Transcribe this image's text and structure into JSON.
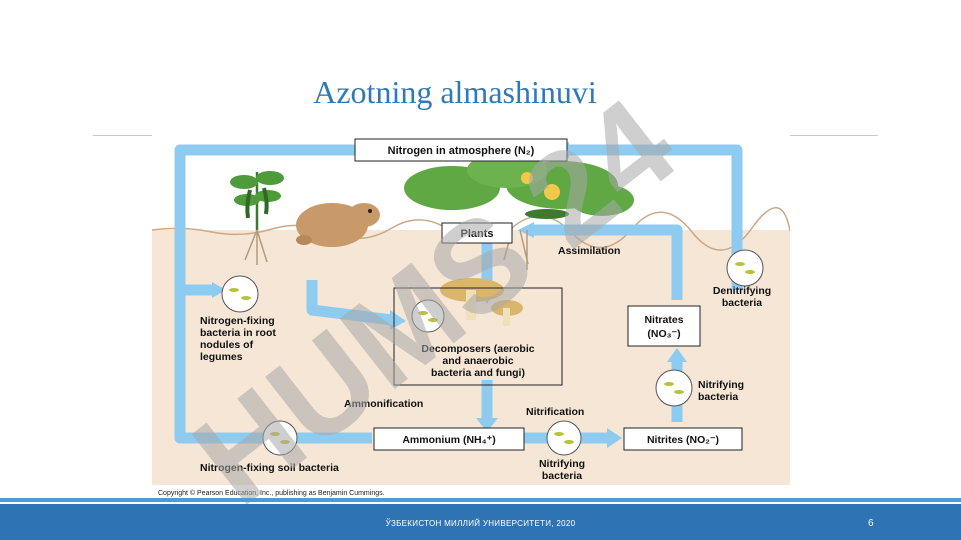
{
  "slide": {
    "title": "Azotning almashinuvi",
    "footer": "ЎЗБЕКИСТОН МИЛЛИЙ УНИВЕРСИТЕТИ,   2020",
    "page_number": "6"
  },
  "diagram": {
    "atmosphere": "Nitrogen in atmosphere (N₂)",
    "plants": "Plants",
    "assimilation": "Assimilation",
    "denitrifying": [
      "Denitrifying",
      "bacteria"
    ],
    "nitrates": [
      "Nitrates",
      "(NO₃⁻)"
    ],
    "nitrifying_right": [
      "Nitrifying",
      "bacteria"
    ],
    "nitrites": "Nitrites (NO₂⁻)",
    "nitrification": "Nitrification",
    "nitrifying_bottom": [
      "Nitrifying",
      "bacteria"
    ],
    "ammonium": "Ammonium (NH₄⁺)",
    "ammonification": "Ammonification",
    "decomposers": [
      "Decomposers (aerobic",
      "and anaerobic",
      "bacteria and fungi)"
    ],
    "nitrogen_fixing_root": [
      "Nitrogen-fixing",
      "bacteria in root",
      "nodules of",
      "legumes"
    ],
    "nitrogen_fixing_soil": "Nitrogen-fixing soil bacteria",
    "copyright": "Copyright © Pearson Education, Inc., publishing as Benjamin Cummings."
  },
  "watermark": {
    "text": "HUMS 24"
  },
  "colors": {
    "title": "#2e7ab8",
    "footer_bar": "#2e74b5",
    "arrow": "#8ecbf0",
    "soil": "#f5e6d6",
    "watermark_purple": "#c9b8f0",
    "watermark_gray": "#a8a8a8"
  }
}
